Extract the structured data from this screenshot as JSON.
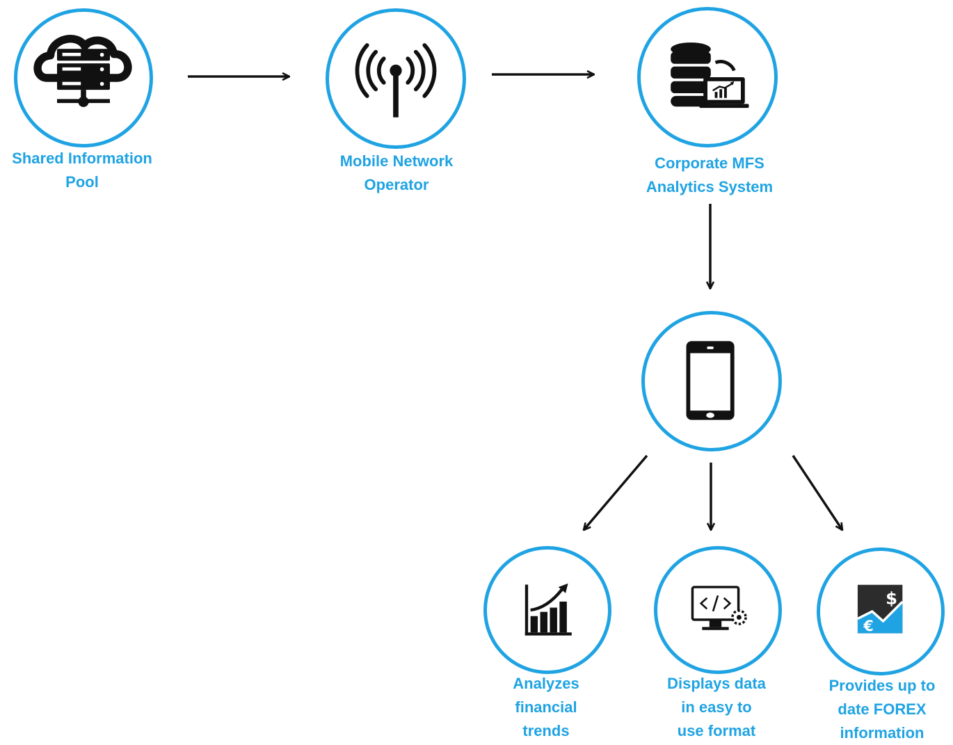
{
  "colors": {
    "accent": "#1fa3e3",
    "icon": "#111111"
  },
  "nodes": [
    {
      "id": "shared-pool",
      "icon": "cloud-server-icon",
      "label_lines": [
        "Shared Information",
        "Pool"
      ]
    },
    {
      "id": "mno",
      "icon": "antenna-icon",
      "label_lines": [
        "Mobile Network",
        "Operator"
      ]
    },
    {
      "id": "mfs",
      "icon": "database-analytics-icon",
      "label_lines": [
        "Corporate MFS",
        "Analytics System"
      ]
    },
    {
      "id": "phone",
      "icon": "smartphone-icon",
      "label_lines": []
    },
    {
      "id": "trends",
      "icon": "growth-chart-icon",
      "label_lines": [
        "Analyzes",
        "financial",
        "trends"
      ]
    },
    {
      "id": "display",
      "icon": "monitor-code-icon",
      "label_lines": [
        "Displays data",
        "in easy to",
        "use format"
      ]
    },
    {
      "id": "forex",
      "icon": "currency-exchange-icon",
      "label_lines": [
        "Provides up to",
        "date FOREX",
        "information"
      ]
    }
  ],
  "edges": [
    {
      "from": "shared-pool",
      "to": "mno"
    },
    {
      "from": "mno",
      "to": "mfs"
    },
    {
      "from": "mfs",
      "to": "phone"
    },
    {
      "from": "phone",
      "to": "trends"
    },
    {
      "from": "phone",
      "to": "display"
    },
    {
      "from": "phone",
      "to": "forex"
    }
  ]
}
